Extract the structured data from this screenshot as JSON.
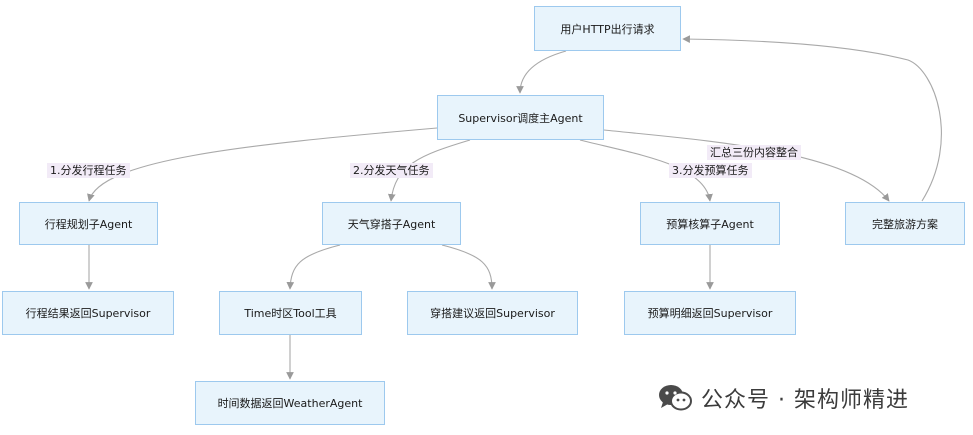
{
  "nodes": {
    "request": "用户HTTP出行请求",
    "supervisor": "Supervisor调度主Agent",
    "itinerary_agent": "行程规划子Agent",
    "weather_agent": "天气穿搭子Agent",
    "budget_agent": "预算核算子Agent",
    "final_plan": "完整旅游方案",
    "itinerary_return": "行程结果返回Supervisor",
    "time_tool": "Time时区Tool工具",
    "outfit_return": "穿搭建议返回Supervisor",
    "budget_return": "预算明细返回Supervisor",
    "time_return": "时间数据返回WeatherAgent"
  },
  "edge_labels": {
    "dispatch_itinerary": "1.分发行程任务",
    "dispatch_weather": "2.分发天气任务",
    "dispatch_budget": "3.分发预算任务",
    "merge": "汇总三份内容整合"
  },
  "watermark": "公众号 · 架构师精进",
  "colors": {
    "node_fill": "#e8f4fc",
    "node_border": "#9dc9ee",
    "edge": "#9a9a9a",
    "label_bg": "#f2ebf7"
  }
}
